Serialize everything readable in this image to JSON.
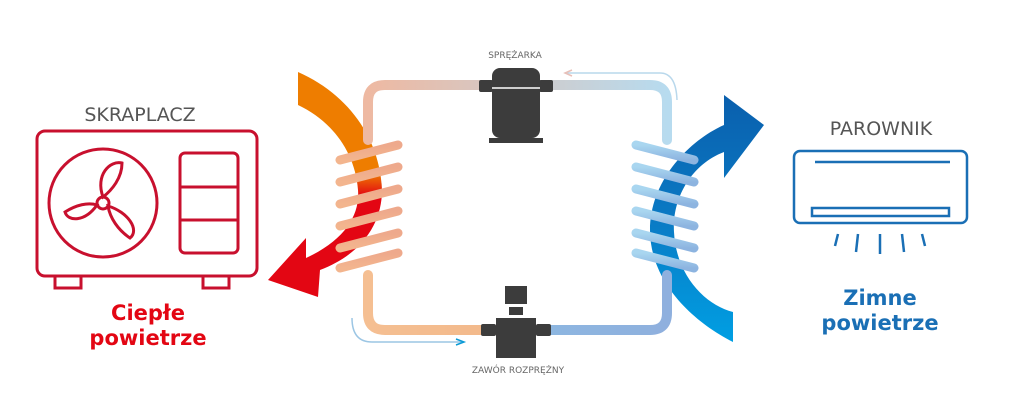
{
  "condenser": {
    "title": "SKRAPLACZ",
    "air_line1": "Ciepłe",
    "air_line2": "powietrze"
  },
  "evaporator": {
    "title": "PAROWNIK",
    "air_line1": "Zimne",
    "air_line2": "powietrze"
  },
  "compressor": {
    "label": "SPRĘŻARKA"
  },
  "valve": {
    "label": "ZAWÓR ROZPRĘŻNY"
  },
  "colors": {
    "red": "#c8102e",
    "hot": "#e30613",
    "orange": "#ee7d00",
    "blue": "#0a5fad",
    "cyan": "#009fe3",
    "dark": "#3c3c3c"
  }
}
